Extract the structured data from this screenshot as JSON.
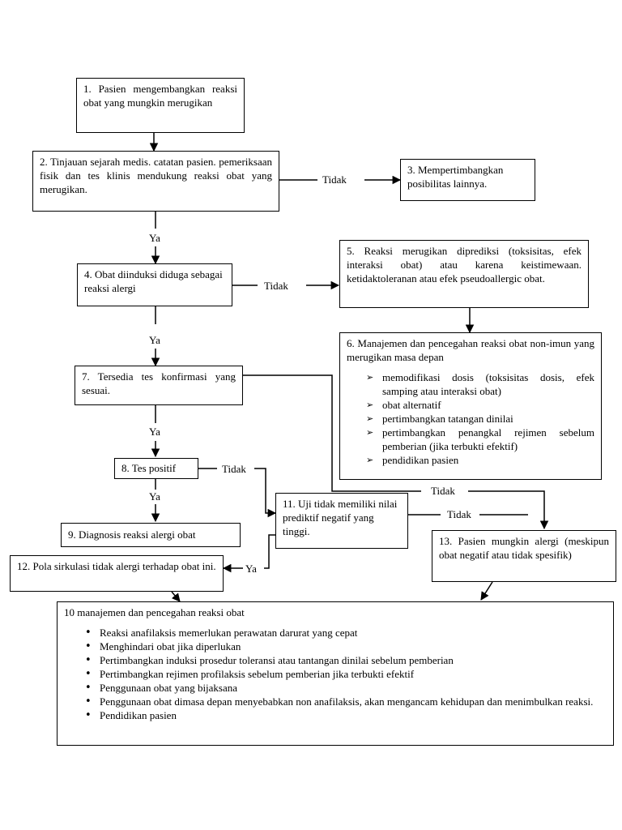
{
  "nodes": {
    "n1": "1. Pasien mengembangkan reaksi obat yang mungkin merugikan",
    "n2": "2. Tinjauan sejarah medis. catatan pasien. pemeriksaan fisik dan tes klinis mendukung reaksi obat yang merugikan.",
    "n3": "3. Mempertimbangkan posibilitas lainnya.",
    "n4": "4. Obat diinduksi diduga sebagai reaksi alergi",
    "n5": "5. Reaksi merugikan diprediksi (toksisitas, efek interaksi obat) atau karena keistimewaan. ketidaktoleranan atau efek pseudoallergic obat.",
    "n6_title": "6. Manajemen dan pencegahan reaksi obat non-imun yang merugikan masa depan",
    "n6_items": [
      "memodifikasi dosis (toksisitas dosis, efek samping atau interaksi obat)",
      "obat alternatif",
      "pertimbangkan tatangan dinilai",
      "pertimbangkan penangkal rejimen sebelum pemberian (jika terbukti efektif)",
      "pendidikan pasien"
    ],
    "n7": "7. Tersedia tes konfirmasi yang sesuai.",
    "n8": "8. Tes positif",
    "n9": "9. Diagnosis reaksi alergi obat",
    "n10_title": "10 manajemen dan pencegahan reaksi obat",
    "n10_items": [
      "Reaksi anafilaksis memerlukan perawatan darurat yang cepat",
      "Menghindari obat jika diperlukan",
      "Pertimbangkan induksi prosedur toleransi atau tantangan dinilai sebelum pemberian",
      "Pertimbangkan rejimen profilaksis sebelum pemberian jika terbukti efektif",
      "Penggunaan obat yang bijaksana",
      "Penggunaan obat dimasa depan menyebabkan non anafilaksis, akan mengancam kehidupan dan menimbulkan reaksi.",
      "Pendidikan pasien"
    ],
    "n11": "11. Uji tidak memiliki nilai prediktif negatif yang tinggi.",
    "n12": "12. Pola sirkulasi tidak alergi terhadap obat ini.",
    "n13": "13. Pasien mungkin alergi (meskipun obat negatif atau tidak spesifik)"
  },
  "labels": {
    "ya": "Ya",
    "tidak": "Tidak"
  }
}
